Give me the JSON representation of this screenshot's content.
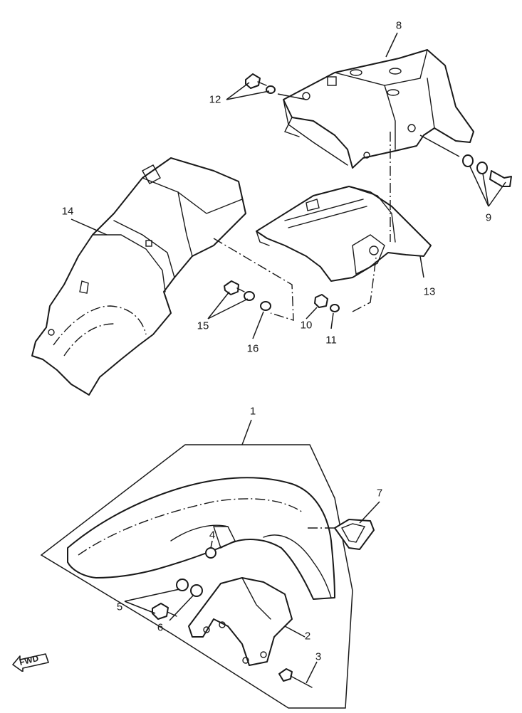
{
  "diagram": {
    "callouts": [
      {
        "id": "1",
        "text": "1"
      },
      {
        "id": "2",
        "text": "2"
      },
      {
        "id": "3",
        "text": "3"
      },
      {
        "id": "4",
        "text": "4"
      },
      {
        "id": "5",
        "text": "5"
      },
      {
        "id": "6",
        "text": "6"
      },
      {
        "id": "7",
        "text": "7"
      },
      {
        "id": "8",
        "text": "8"
      },
      {
        "id": "9",
        "text": "9"
      },
      {
        "id": "10",
        "text": "10"
      },
      {
        "id": "11",
        "text": "11"
      },
      {
        "id": "12",
        "text": "12"
      },
      {
        "id": "13",
        "text": "13"
      },
      {
        "id": "14",
        "text": "14"
      },
      {
        "id": "15",
        "text": "15"
      },
      {
        "id": "16",
        "text": "16"
      }
    ],
    "direction_badge": "FWD",
    "colors": {
      "ink": "#1a1a1a",
      "paper": "#ffffff"
    },
    "icons": [
      "fender-part",
      "bolt-icon",
      "washer-icon",
      "nut-icon",
      "direction-arrow-icon"
    ]
  }
}
